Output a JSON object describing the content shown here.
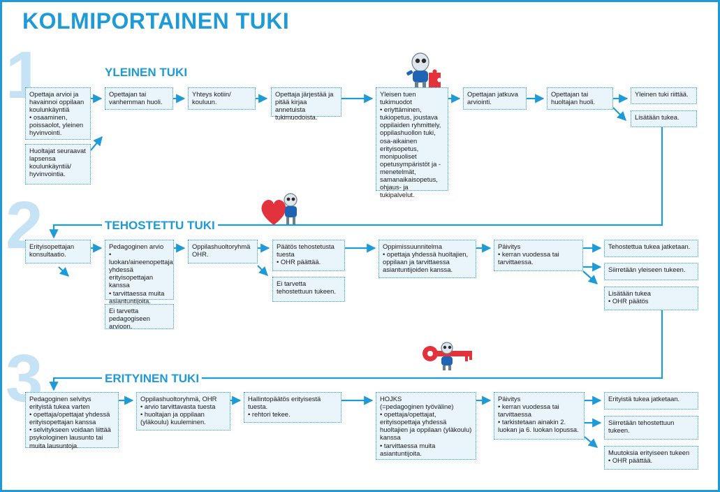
{
  "title": "KOLMIPORTAINEN TUKI",
  "colors": {
    "accent": "#1e9ad6",
    "box_fill": "#eaf5fb",
    "numeral": "#c5e3f4",
    "puzzle": "#e2333c"
  },
  "sections": [
    {
      "number": "1",
      "title": "YLEINEN TUKI",
      "icon": "robot-with-puzzle-piece-icon",
      "boxes": [
        "Opettaja arvioi ja havainnoi oppilaan koulunkäyntiä\n• osaaminen, poissaolot, yleinen hyvinvointi.",
        "Huoltajat seuraavat lapsensa koulunkäyntiä/ hyvinvointia.",
        "Opettajan tai vanhemman huoli.",
        "Yhteys kotiin/ kouluun.",
        "Opettaja järjestää ja pitää kirjaa annetuista tukimuodoista.",
        "Yleisen tuen tukimuodot\n• eriyttäminen, tukiopetus, joustava oppilaiden ryhmittely, oppilashuollon tuki, osa-aikainen erityisopetus, monipuoliset opetusympäristöt ja -menetelmät, samanaikaisopetus, ohjaus- ja tukipalvelut.",
        "Opettajan jatkuva arviointi.",
        "Opettajan tai huoltajan huoli.",
        "Yleinen tuki riittää.",
        "Lisätään tukea."
      ]
    },
    {
      "number": "2",
      "title": "TEHOSTETTU TUKI",
      "icon": "robot-with-heart-icon",
      "boxes": [
        "Erityisopettajan konsultaatio.",
        "Pedagoginen arvio\n• luokan/aineenopettaja yhdessä erityisopettajan kanssa\n• tarvittaessa muita asiantuntijoita.",
        "Ei tarvetta pedagogiseen arvioon.",
        "Oppilashuoltoryhmä OHR.",
        "Päätös tehostetusta tuesta\n• OHR päättää.",
        "Ei tarvetta tehostettuun tukeen.",
        "Oppimissuunnitelma\n• opettaja yhdessä huoltajien, oppilaan ja tarvittaessa asiantuntijoiden kanssa.",
        "Päivitys\n• kerran vuodessa tai tarvittaessa.",
        "Tehostettua tukea jatketaan.",
        "Siirretään yleiseen tukeen.",
        "Lisätään tukea\n• OHR päätös"
      ]
    },
    {
      "number": "3",
      "title": "ERITYINEN TUKI",
      "icon": "robot-with-key-icon",
      "boxes": [
        "Pedagoginen selvitys erityistä tukea varten\n• opettaja/opettajat yhdessä erityisopettajan kanssa\n• selvitykseen voidaan liittää psykologinen lausunto tai muita lausuntoja.",
        "Oppilashuoltoryhmä, OHR\n• arvio tarvittavasta tuesta\n• huoltajan ja oppilaan (yläkoulu) kuuleminen.",
        "Hallintopäätös erityisestä tuesta.\n• rehtori tekee.",
        "HOJKS\n(=pedagoginen työväline)\n• opettaja/opettajat, erityisopettaja yhdessä huoltajien ja oppilaan (yläkoulu) kanssa\n• tarvittaessa muita asiantuntijoita.",
        "Päivitys\n• kerran vuodessa tai tarvittaessa\n• tarkistetaan ainakin 2. luokan ja 6. luokan lopussa.",
        "Erityistä tukea jatketaan.",
        "Siirretään tehostettuun tukeen.",
        "Muutoksia erityiseen tukeen\n• OHR päättää."
      ]
    }
  ]
}
